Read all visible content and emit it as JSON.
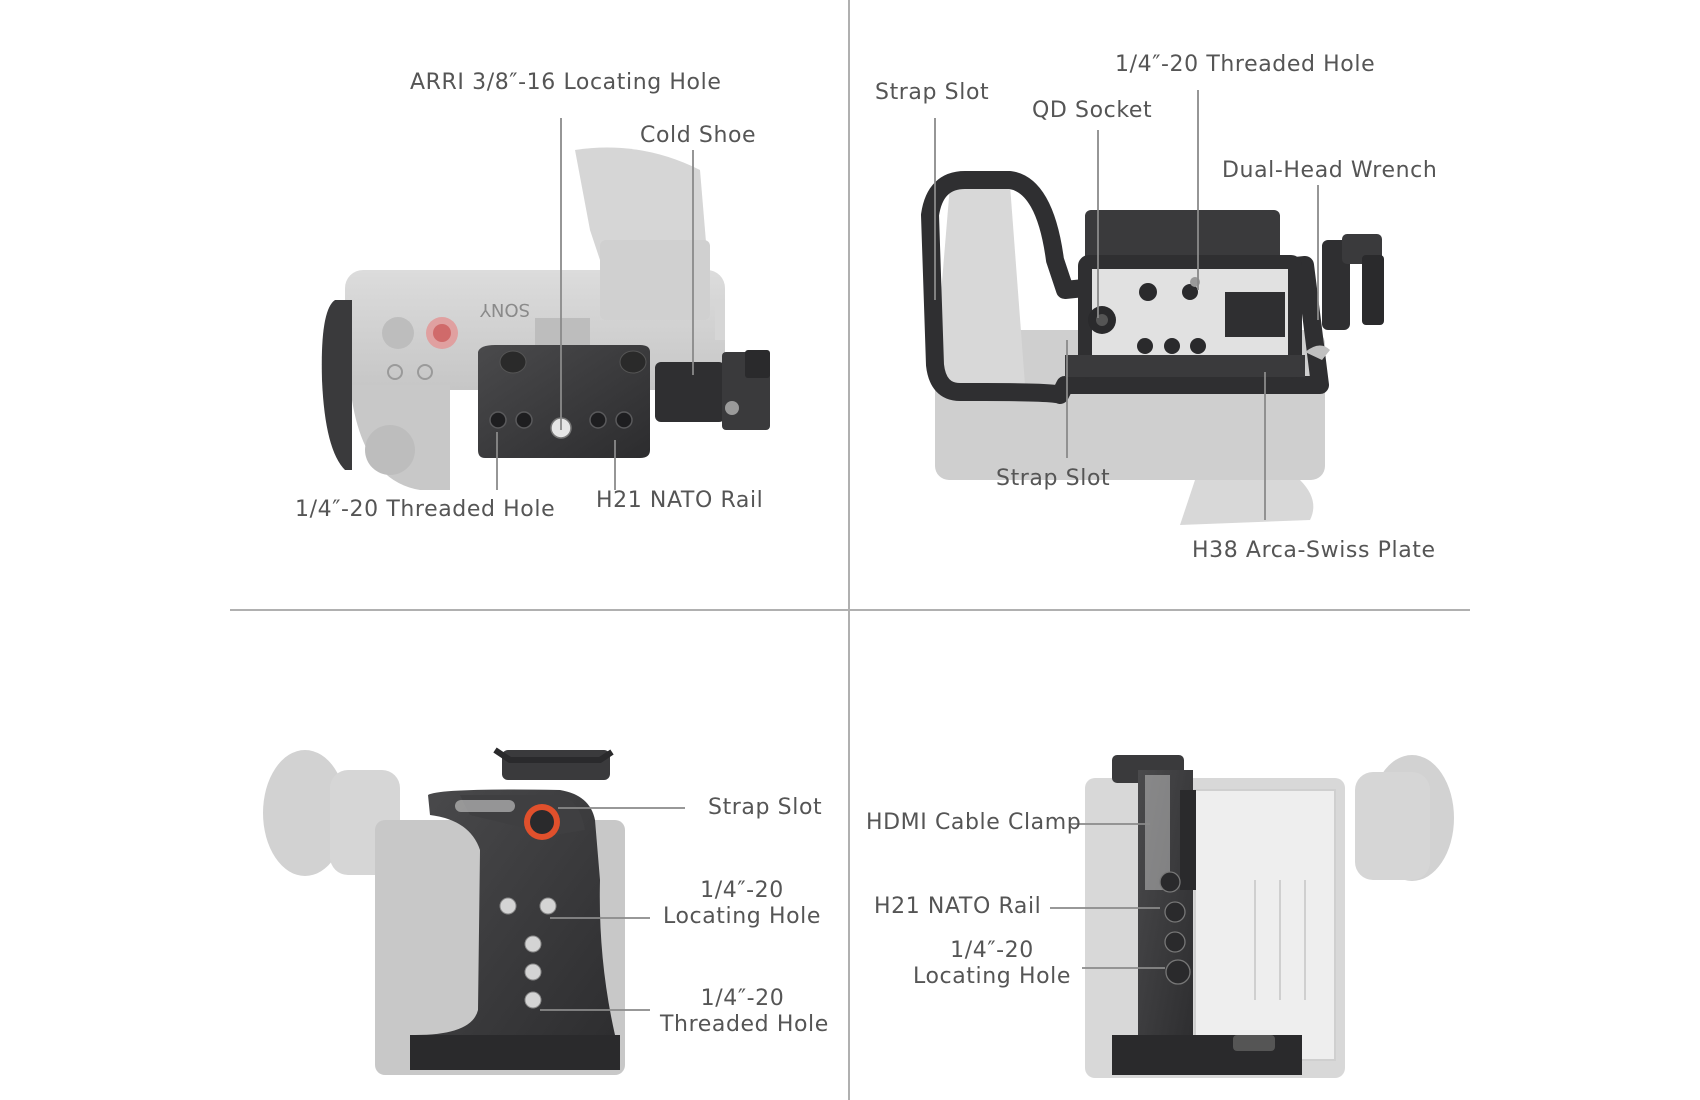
{
  "colors": {
    "background": "#ffffff",
    "divider": "#b0b0b0",
    "leader_line": "#8a8a8a",
    "label_text": "#555555",
    "cage_dark": "#3a3a3c",
    "camera_body_gray": "#cfcfcf",
    "accent_red": "#e0502c"
  },
  "panels": {
    "top_left": {
      "callouts": {
        "arri_hole": "ARRI 3/8″-16 Locating Hole",
        "cold_shoe": "Cold Shoe",
        "threaded_hole": "1/4″-20 Threaded Hole",
        "nato_rail": "H21 NATO Rail"
      },
      "camera_logo": "SONY"
    },
    "top_right": {
      "callouts": {
        "strap_slot_top": "Strap Slot",
        "qd_socket": "QD Socket",
        "threaded_hole": "1/4″-20 Threaded Hole",
        "wrench": "Dual-Head Wrench",
        "strap_slot_bottom": "Strap Slot",
        "arca_plate": "H38 Arca-Swiss Plate"
      }
    },
    "bottom_left": {
      "callouts": {
        "strap_slot": "Strap Slot",
        "locating_hole_line1": "1/4″-20",
        "locating_hole_line2": "Locating Hole",
        "threaded_hole_line1": "1/4″-20",
        "threaded_hole_line2": "Threaded Hole"
      }
    },
    "bottom_right": {
      "callouts": {
        "hdmi_clamp": "HDMI Cable Clamp",
        "nato_rail": "H21 NATO Rail",
        "locating_hole_line1": "1/4″-20",
        "locating_hole_line2": "Locating Hole"
      }
    }
  }
}
